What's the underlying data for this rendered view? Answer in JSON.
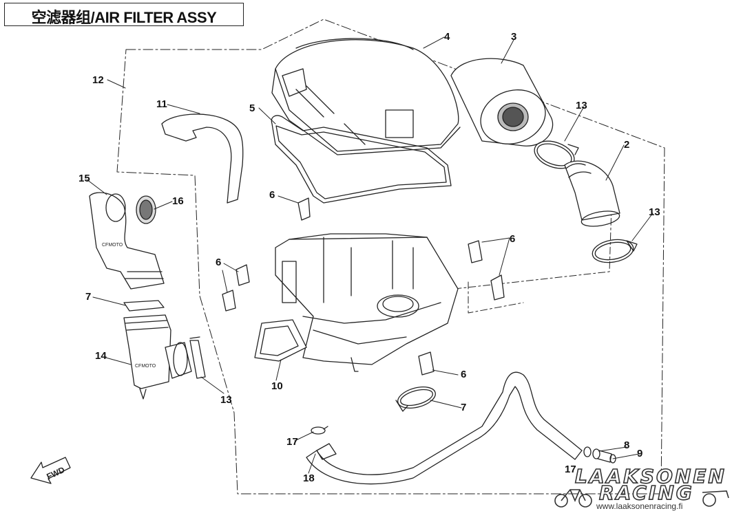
{
  "title": "空滤器组/AIR FILTER ASSY",
  "direction_label": "FWD",
  "callouts": {
    "c1": "4",
    "c2": "3",
    "c3": "12",
    "c4": "11",
    "c5": "5",
    "c6": "13",
    "c7": "2",
    "c8": "15",
    "c9": "16",
    "c10": "6",
    "c11": "6",
    "c12": "13",
    "c13": "6",
    "c14": "7",
    "c15": "14",
    "c16": "13",
    "c17": "10",
    "c18": "6",
    "c19": "7",
    "c20": "17",
    "c21": "18",
    "c22": "8",
    "c23": "9",
    "c24": "17"
  },
  "part_markings": {
    "intake_duct": "CFMOTO",
    "elbow": "CFMOTO"
  },
  "watermark": {
    "line1": "LAAKSONEN",
    "line2": "RACING",
    "url": "www.laaksonenracing.fi"
  },
  "colors": {
    "line": "#222222",
    "background": "#ffffff"
  }
}
